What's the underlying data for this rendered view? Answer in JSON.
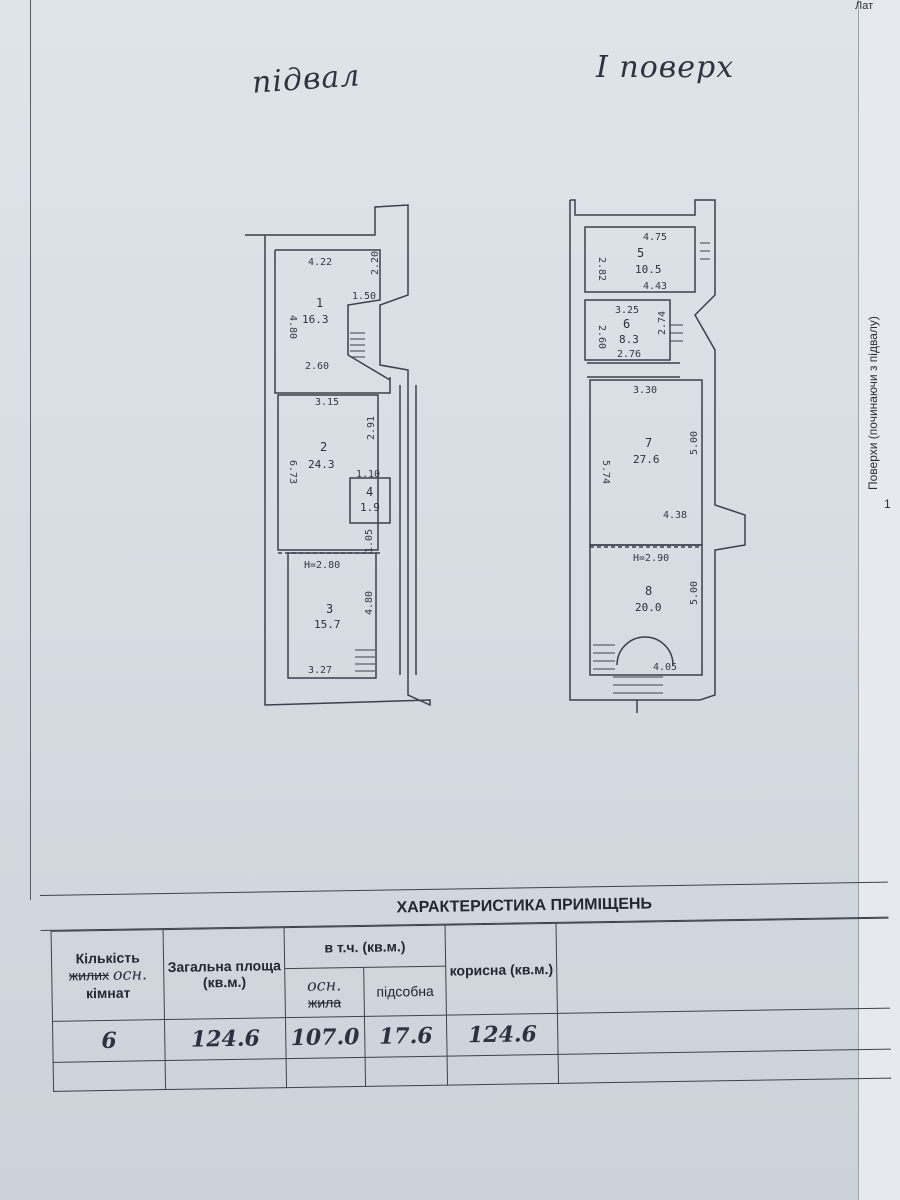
{
  "floors": {
    "basement": "підвал",
    "first": "I поверх"
  },
  "basement_plan": {
    "dimensions": [
      "4.22",
      "2.20",
      "4.80",
      "1.50",
      "2.60",
      "3.15",
      "2.91",
      "6.73",
      "1.10",
      "1.05",
      "H=2.80",
      "4.80",
      "3.27"
    ],
    "rooms": [
      {
        "number": "1",
        "area": "16.3"
      },
      {
        "number": "2",
        "area": "24.3"
      },
      {
        "number": "4",
        "area": "1.9"
      },
      {
        "number": "3",
        "area": "15.7"
      }
    ]
  },
  "first_plan": {
    "dimensions": [
      "4.75",
      "2.82",
      "4.43",
      "3.25",
      "2.60",
      "2.74",
      "2.76",
      "3.30",
      "5.74",
      "5.00",
      "4.38",
      "H=2.90",
      "5.00",
      "4.05"
    ],
    "rooms": [
      {
        "number": "5",
        "area": "10.5"
      },
      {
        "number": "6",
        "area": "8.3"
      },
      {
        "number": "7",
        "area": "27.6"
      },
      {
        "number": "8",
        "area": "20.0"
      }
    ]
  },
  "table": {
    "title": "ХАРАКТЕРИСТИКА ПРИМІЩЕНЬ",
    "headers": {
      "rooms_count_1": "Кількість",
      "rooms_count_struck": "жилих",
      "rooms_count_hand": "осн.",
      "rooms_count_2": "кімнат",
      "total_area": "Загальна площа (кв.м.)",
      "incl": "в т.ч. (кв.м.)",
      "living_struck": "жила",
      "living_hand": "осн.",
      "auxiliary": "підсобна",
      "useful": "корисна (кв.м.)"
    },
    "row": {
      "rooms": "6",
      "total": "124.6",
      "main": "107.0",
      "aux": "17.6",
      "useful": "124.6"
    }
  },
  "side_sheet": {
    "vertical_text": "Поверхи (починаючи з підвалу)",
    "row_number": "1",
    "corner_text": "Лат"
  }
}
